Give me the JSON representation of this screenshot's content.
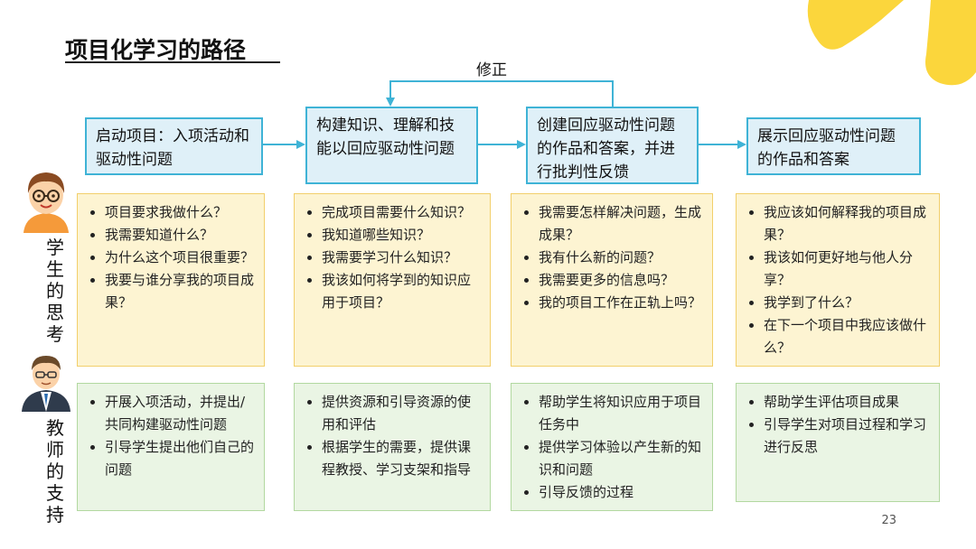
{
  "title": "项目化学习的路径",
  "revise_label": "修正",
  "stages": [
    {
      "label": "启动项目：入项活动和驱动性问题"
    },
    {
      "label": "构建知识、理解和技能以回应驱动性问题"
    },
    {
      "label": "创建回应驱动性问题的作品和答案，并进行批判性反馈"
    },
    {
      "label": "展示回应驱动性问题的作品和答案"
    }
  ],
  "student_label": "学生的思考",
  "teacher_label": "教师的支持",
  "student_thinking": [
    {
      "items": [
        "项目要求我做什么？",
        "我需要知道什么？",
        "为什么这个项目很重要？",
        "我要与谁分享我的项目成果？"
      ]
    },
    {
      "items": [
        "完成项目需要什么知识？",
        "我知道哪些知识？",
        "我需要学习什么知识？",
        "我该如何将学到的知识应用于项目？"
      ]
    },
    {
      "items": [
        "我需要怎样解决问题，生成成果？",
        "我有什么新的问题？",
        "我需要更多的信息吗？",
        "我的项目工作在正轨上吗？"
      ]
    },
    {
      "items": [
        "我应该如何解释我的项目成果？",
        "我该如何更好地与他人分享？",
        "我学到了什么？",
        "在下一个项目中我应该做什么？"
      ]
    }
  ],
  "teacher_support": [
    {
      "items": [
        "开展入项活动，并提出/共同构建驱动性问题",
        "引导学生提出他们自己的问题"
      ]
    },
    {
      "items": [
        "提供资源和引导资源的使用和评估",
        "根据学生的需要，提供课程教授、学习支架和指导"
      ]
    },
    {
      "items": [
        "帮助学生将知识应用于项目任务中",
        "提供学习体验以产生新的知识和问题",
        "引导反馈的过程"
      ]
    },
    {
      "items": [
        "帮助学生评估项目成果",
        "引导学生对项目过程和学习进行反思"
      ]
    }
  ],
  "page_number": "23",
  "colors": {
    "accent_yellow": "#fbd63c",
    "stage_border": "#3fb3d6",
    "stage_fill": "#dff0f8",
    "yellow_box": "#fdf4d2",
    "green_box": "#eaf5e4"
  },
  "icons": [
    "student-avatar-icon",
    "teacher-avatar-icon"
  ]
}
